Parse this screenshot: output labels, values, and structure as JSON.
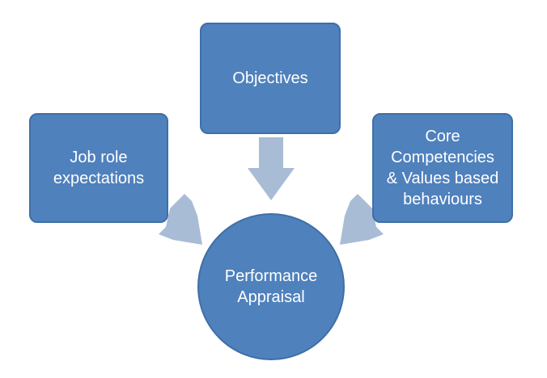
{
  "diagram": {
    "nodes": {
      "objectives": {
        "label": "Objectives"
      },
      "job_role": {
        "label": "Job role\nexpectations"
      },
      "core": {
        "label": "Core\nCompetencies\n& Values based\nbehaviours"
      },
      "appraisal": {
        "label": "Performance\nAppraisal"
      }
    },
    "colors": {
      "node_fill": "#4f81bd",
      "node_border": "#3f6fa6",
      "arrow_fill": "#a9bcd6",
      "text": "#ffffff"
    }
  }
}
